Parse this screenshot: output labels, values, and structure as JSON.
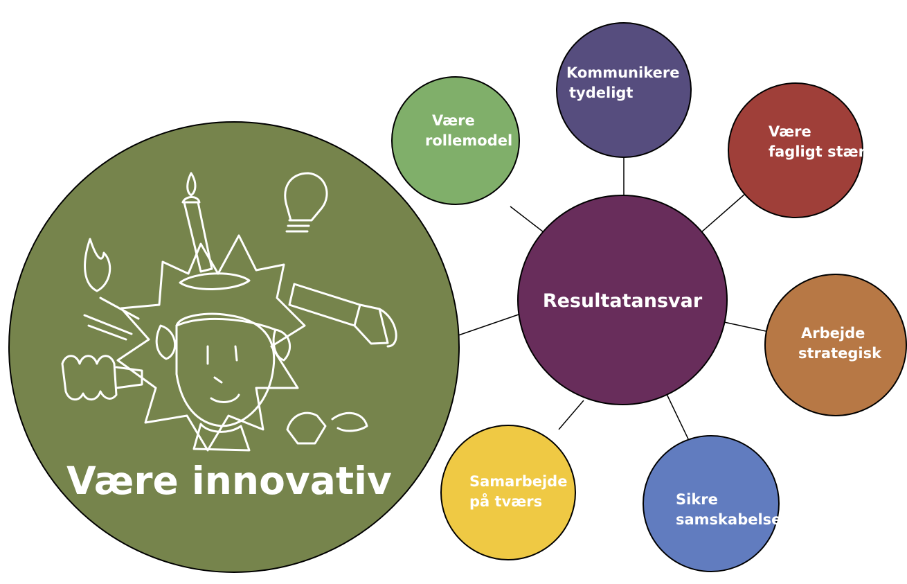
{
  "hub": {
    "label": "Resultatansvar",
    "color": "#682D5B"
  },
  "focus": {
    "label": "Være innovativ",
    "color": "#76844C"
  },
  "nodes": [
    {
      "id": "rollemodel",
      "lines": [
        "Være",
        "rollemodel"
      ],
      "color": "#80AF6A"
    },
    {
      "id": "kommunikere",
      "lines": [
        "Kommunikere",
        "tydeligt"
      ],
      "color": "#564D7E"
    },
    {
      "id": "fagligt",
      "lines": [
        "Være",
        "fagligt stærk"
      ],
      "color": "#9F3F39"
    },
    {
      "id": "strategisk",
      "lines": [
        "Arbejde",
        "strategisk"
      ],
      "color": "#B77845"
    },
    {
      "id": "samskabelse",
      "lines": [
        "Sikre",
        "samskabelse"
      ],
      "color": "#617CBF"
    },
    {
      "id": "tvaers",
      "lines": [
        "Samarbejde",
        "på tværs"
      ],
      "color": "#EFC944"
    }
  ],
  "line_color": "#000000"
}
